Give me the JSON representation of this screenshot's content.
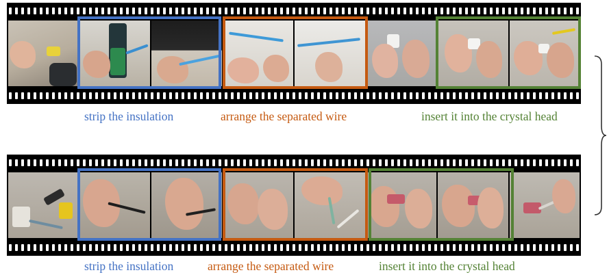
{
  "figure": {
    "rows": [
      {
        "id": "top",
        "captions": [
          {
            "text": "strip the insulation",
            "color": "#4472c4"
          },
          {
            "text": "arrange the separated wire",
            "color": "#c55a11"
          },
          {
            "text": "insert it into the crystal head",
            "color": "#548235"
          }
        ]
      },
      {
        "id": "bottom",
        "captions": [
          {
            "text": "strip the insulation",
            "color": "#4472c4"
          },
          {
            "text": "arrange the separated wire",
            "color": "#c55a11"
          },
          {
            "text": "insert it into the crystal head",
            "color": "#548235"
          }
        ]
      }
    ],
    "colors": {
      "blue": "#4472c4",
      "orange": "#c55a11",
      "green": "#548235",
      "film": "#000000"
    }
  }
}
